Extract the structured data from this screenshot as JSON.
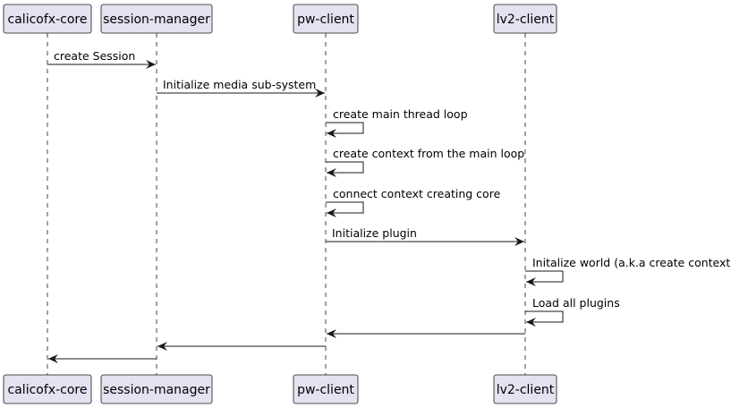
{
  "participants": [
    {
      "id": "calicofx-core",
      "label": "calicofx-core"
    },
    {
      "id": "session-manager",
      "label": "session-manager"
    },
    {
      "id": "pw-client",
      "label": "pw-client"
    },
    {
      "id": "lv2-client",
      "label": "lv2-client"
    }
  ],
  "messages": [
    {
      "from": "calicofx-core",
      "to": "session-manager",
      "label": "create Session"
    },
    {
      "from": "session-manager",
      "to": "pw-client",
      "label": "Initialize media sub-system"
    },
    {
      "from": "pw-client",
      "to": "pw-client",
      "label": "create main thread loop"
    },
    {
      "from": "pw-client",
      "to": "pw-client",
      "label": "create context from the main loop"
    },
    {
      "from": "pw-client",
      "to": "pw-client",
      "label": "connect context creating core"
    },
    {
      "from": "pw-client",
      "to": "lv2-client",
      "label": "Initialize plugin"
    },
    {
      "from": "lv2-client",
      "to": "lv2-client",
      "label": "Initalize world (a.k.a create context)"
    },
    {
      "from": "lv2-client",
      "to": "lv2-client",
      "label": "Load all plugins"
    },
    {
      "from": "lv2-client",
      "to": "pw-client",
      "label": ""
    },
    {
      "from": "pw-client",
      "to": "session-manager",
      "label": ""
    },
    {
      "from": "session-manager",
      "to": "calicofx-core",
      "label": ""
    }
  ],
  "colors": {
    "participant_fill": "#E2E2F0",
    "line": "#181818",
    "text": "#000000"
  }
}
